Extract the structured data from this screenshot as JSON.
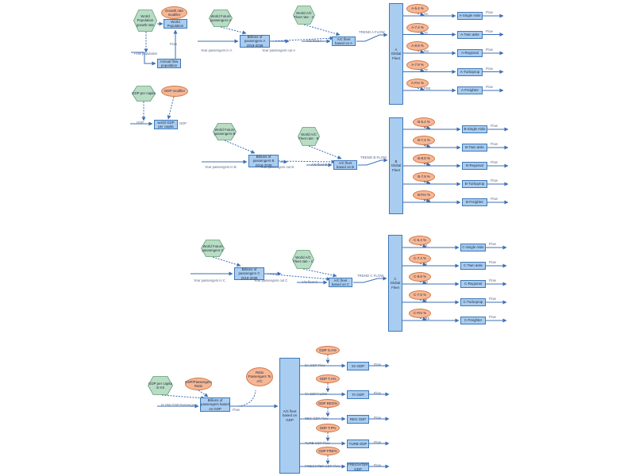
{
  "colors": {
    "box_fill": "#a9cdf0",
    "box_border": "#3d78b8",
    "oval_fill": "#f6b795",
    "oval_border": "#d27a4a",
    "hex_fill": "#b9dcc4",
    "hex_border": "#5f9d74",
    "arrow": "#3d6fb5"
  },
  "population": {
    "world_population_growth_rate": "World Population growth rate",
    "growth_rate_modifier": "Growth rate modifier",
    "world_population": "World Population",
    "flow_label": "Flow",
    "flow_population": "Flow population",
    "annual_flow_population": "Annual flow population"
  },
  "gdp": {
    "gdp_per_capita": "GDP per capita",
    "gdp_modifier": "GDP modifier",
    "world_gdp_per_capita": "world GDP per capita",
    "gdp_gdp": "GDP",
    "gdp_out": "GDP"
  },
  "scenarios": [
    {
      "future_passengers": "World Future passengers A",
      "fleet_rate": "World A/C Fleet rate - A",
      "billions": "Billions of passengers A 2018-2038",
      "fleet_based": "A/C fleet based on A",
      "year_passengers_in": "Year passengers in A",
      "year_passengers_out": "Year passengers out A",
      "ac_flow": "A/C fleet A",
      "trend": "TREND A FLOW",
      "global_fleet": "A Global Fleet",
      "pcts": [
        "A-5.4 %",
        "A-7.4 %",
        "A-8.8 %",
        "A-7.9 %",
        "A-Fre %"
      ],
      "types": [
        "A-Single Aisle",
        "A-Twin aisle",
        "A-Regional",
        "A-Turboprop",
        "A-Freighter"
      ],
      "mini": [
        "SA",
        "TA",
        "RG",
        "TP",
        "FRE"
      ]
    },
    {
      "future_passengers": "World Future passengers B",
      "fleet_rate": "World A/C Fleet rate - B",
      "billions": "Billions of passengers B 2018-2038",
      "fleet_based": "A/C fleet based on B",
      "year_passengers_in": "Year passengers in B",
      "year_passengers_out": "Year passengers out B",
      "ac_flow": "A/C fleet B",
      "trend": "TREND B FLOW",
      "global_fleet": "B Global Fleet",
      "pcts": [
        "B-5.4 %",
        "B-7.4 %",
        "B-8.8 %",
        "B-7.9 %",
        "B-Fre %"
      ],
      "types": [
        "B-Single Aisle",
        "B-Twin aisle",
        "B-Regional",
        "B-Turboprop",
        "B-Freighter"
      ],
      "mini": [
        "SA",
        "TA",
        "RG",
        "TP",
        "FRE"
      ]
    },
    {
      "future_passengers": "World Future passengers C",
      "fleet_rate": "World A/C Fleet rate - C",
      "billions": "Billions of passengers C 2018-2038",
      "fleet_based": "A/C fleet based on C",
      "year_passengers_in": "Year passengers in C",
      "year_passengers_out": "Year passengers out C",
      "ac_flow": "A/C fleet C",
      "trend": "TREND C FLOW",
      "global_fleet": "C Global Fleet",
      "pcts": [
        "C-5.4 %",
        "C-7.4 %",
        "C-8.8 %",
        "C-7.9 %",
        "C-Fre %"
      ],
      "types": [
        "C-Single Aisle",
        "C-Twin aisle",
        "C-Regional",
        "C-Turboprop",
        "C-Freighter"
      ],
      "mini": [
        "SA",
        "TA",
        "RG",
        "TP",
        "FRE"
      ]
    }
  ],
  "gdp_section": {
    "gdp_per_capita_ks": "GDP per capita in KS",
    "gdp_passengers_ratio": "GDP/Passengers Ratio",
    "ratio_passengers_ac": "Ratio Passengers To A/C",
    "billions_gdp": "Billions of passengers based on GDP",
    "flow_gdp_passengers": "FLOW GDP Passengers",
    "flow_label": "Flow",
    "ac_fleet_gdp": "A/C fleet based on GDP",
    "ovals": [
      "GDP S.A%",
      "GDP T.A%",
      "GDP REG%",
      "GDP T.P%",
      "GDP FRE%"
    ],
    "flows": [
      "SA GDP Flow",
      "TA GDP FLOW",
      "REG GDP Flow",
      "TURB GDP Flow",
      "FREIGHTER GDP Flow"
    ],
    "boxes": [
      "SA GDP",
      "TA GDP",
      "REG GDP",
      "TURB GDP",
      "FREIGHTER GDP"
    ]
  },
  "out_label": "Flow"
}
